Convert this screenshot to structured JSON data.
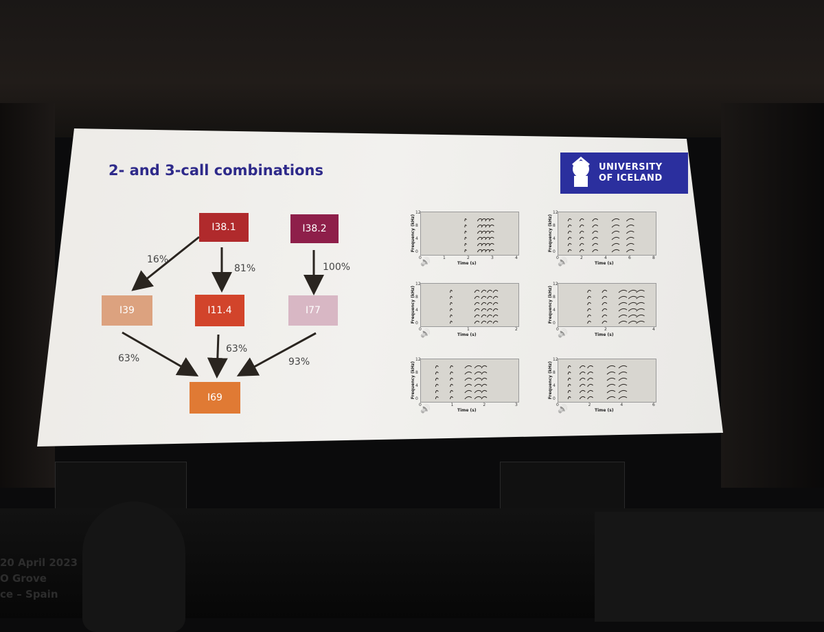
{
  "slide": {
    "title": "2- and 3-call combinations",
    "logo": {
      "line1": "UNIVERSITY",
      "line2": "OF ICELAND",
      "bg": "#2b2f9e"
    },
    "nodes": [
      {
        "id": "n1",
        "label": "I38.1",
        "color": "#b02a2c"
      },
      {
        "id": "n2",
        "label": "I38.2",
        "color": "#8e1f4a"
      },
      {
        "id": "n3",
        "label": "I39",
        "color": "#dca27f"
      },
      {
        "id": "n4",
        "label": "I11.4",
        "color": "#d2442b"
      },
      {
        "id": "n5",
        "label": "I77",
        "color": "#d8b7c4"
      },
      {
        "id": "n6",
        "label": "I69",
        "color": "#e07a34"
      }
    ],
    "edges": [
      {
        "from": "I38.1",
        "to": "I39",
        "label": "16%"
      },
      {
        "from": "I38.1",
        "to": "I11.4",
        "label": "81%"
      },
      {
        "from": "I38.2",
        "to": "I77",
        "label": "100%"
      },
      {
        "from": "I39",
        "to": "I69",
        "label": "63%"
      },
      {
        "from": "I11.4",
        "to": "I69",
        "label": "63%"
      },
      {
        "from": "I77",
        "to": "I69",
        "label": "93%"
      }
    ],
    "spectrograms": {
      "ylabel": "Frequency (kHz)",
      "xlabel": "Time (s)",
      "yticks": [
        "12",
        "8",
        "4",
        "0"
      ],
      "panels": [
        {
          "xticks": [
            "0",
            "1",
            "2",
            "3",
            "4"
          ]
        },
        {
          "xticks": [
            "0",
            "2",
            "4",
            "6",
            "8"
          ]
        },
        {
          "xticks": [
            "0",
            "1",
            "2"
          ]
        },
        {
          "xticks": [
            "0",
            "2",
            "4"
          ]
        },
        {
          "xticks": [
            "0",
            "1",
            "2",
            "3"
          ]
        },
        {
          "xticks": [
            "0",
            "2",
            "4",
            "6"
          ]
        }
      ]
    }
  },
  "room": {
    "banner_lines": [
      "20 April 2023",
      "O Grove",
      "ce – Spain"
    ]
  }
}
